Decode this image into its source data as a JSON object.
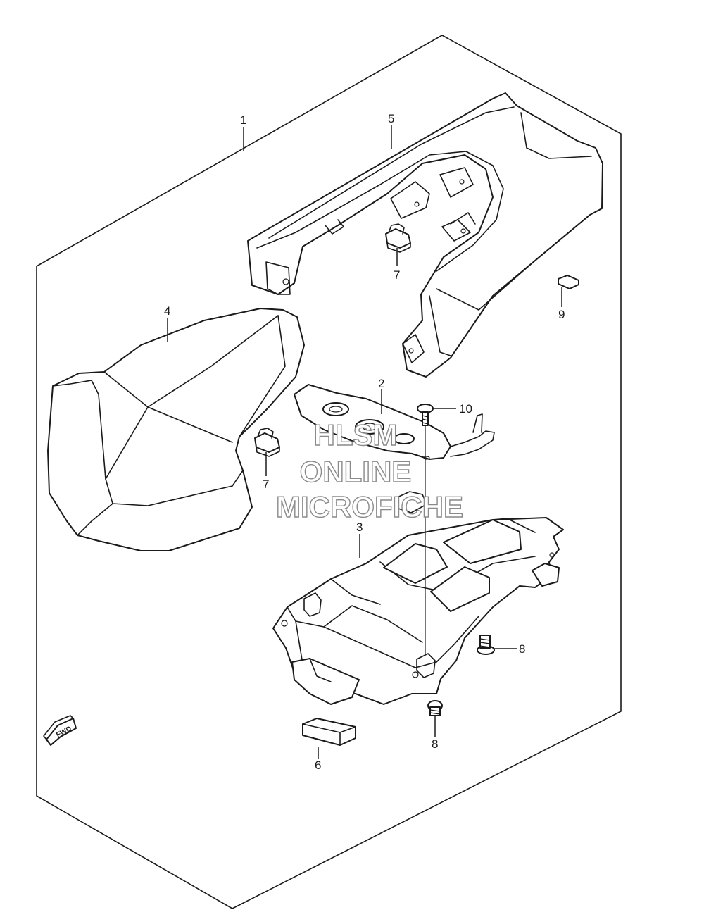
{
  "callouts": [
    {
      "id": "c1",
      "label": "1"
    },
    {
      "id": "c2",
      "label": "2"
    },
    {
      "id": "c3",
      "label": "3"
    },
    {
      "id": "c4",
      "label": "4"
    },
    {
      "id": "c5",
      "label": "5"
    },
    {
      "id": "c6",
      "label": "6"
    },
    {
      "id": "c7a",
      "label": "7"
    },
    {
      "id": "c7b",
      "label": "7"
    },
    {
      "id": "c8a",
      "label": "8"
    },
    {
      "id": "c8b",
      "label": "8"
    },
    {
      "id": "c9",
      "label": "9"
    },
    {
      "id": "c10",
      "label": "10"
    }
  ],
  "watermark": {
    "line1": "HLSM",
    "line2": "ONLINE",
    "line3": "MICROFICHE"
  },
  "fwd_badge": {
    "text": "FWD"
  },
  "colors": {
    "line": "#1a1a1a",
    "watermark_outline": "#8a8a8a",
    "background": "#ffffff"
  }
}
